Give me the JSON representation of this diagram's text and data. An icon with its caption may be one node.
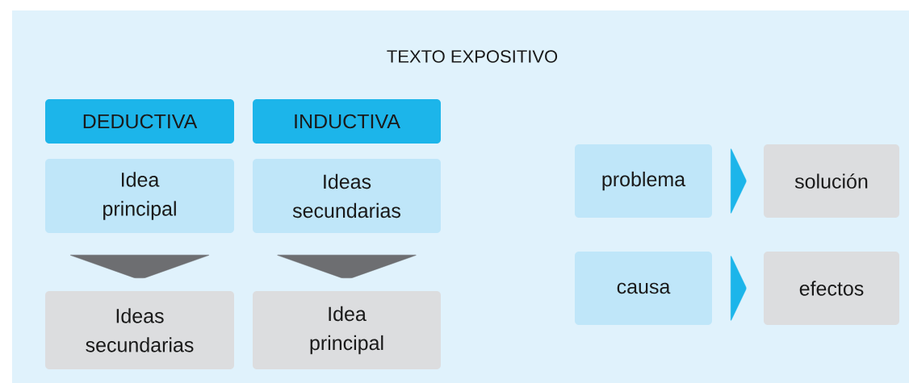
{
  "diagram": {
    "title": "TEXTO EXPOSITIVO",
    "nodes": [
      {
        "text": [
          "DEDUCTIVA"
        ]
      },
      {
        "text": [
          "INDUCTIVA"
        ]
      },
      {
        "text": [
          "Idea principal"
        ]
      },
      {
        "text": [
          "Ideas secundarias"
        ]
      },
      {
        "text": [
          "Ideas secundarias"
        ]
      },
      {
        "text": [
          "Idea principal"
        ]
      },
      {
        "text": [
          "problema"
        ]
      },
      {
        "text": [
          "solución"
        ]
      },
      {
        "text": [
          "causa"
        ]
      },
      {
        "text": [
          "efectos"
        ]
      }
    ],
    "edges": [
      {
        "from": 2,
        "to": 4,
        "arrow": "to"
      },
      {
        "from": 3,
        "to": 5,
        "arrow": "to"
      },
      {
        "from": 6,
        "to": 7,
        "arrow": "to"
      },
      {
        "from": 8,
        "to": 9,
        "arrow": "to"
      }
    ]
  }
}
